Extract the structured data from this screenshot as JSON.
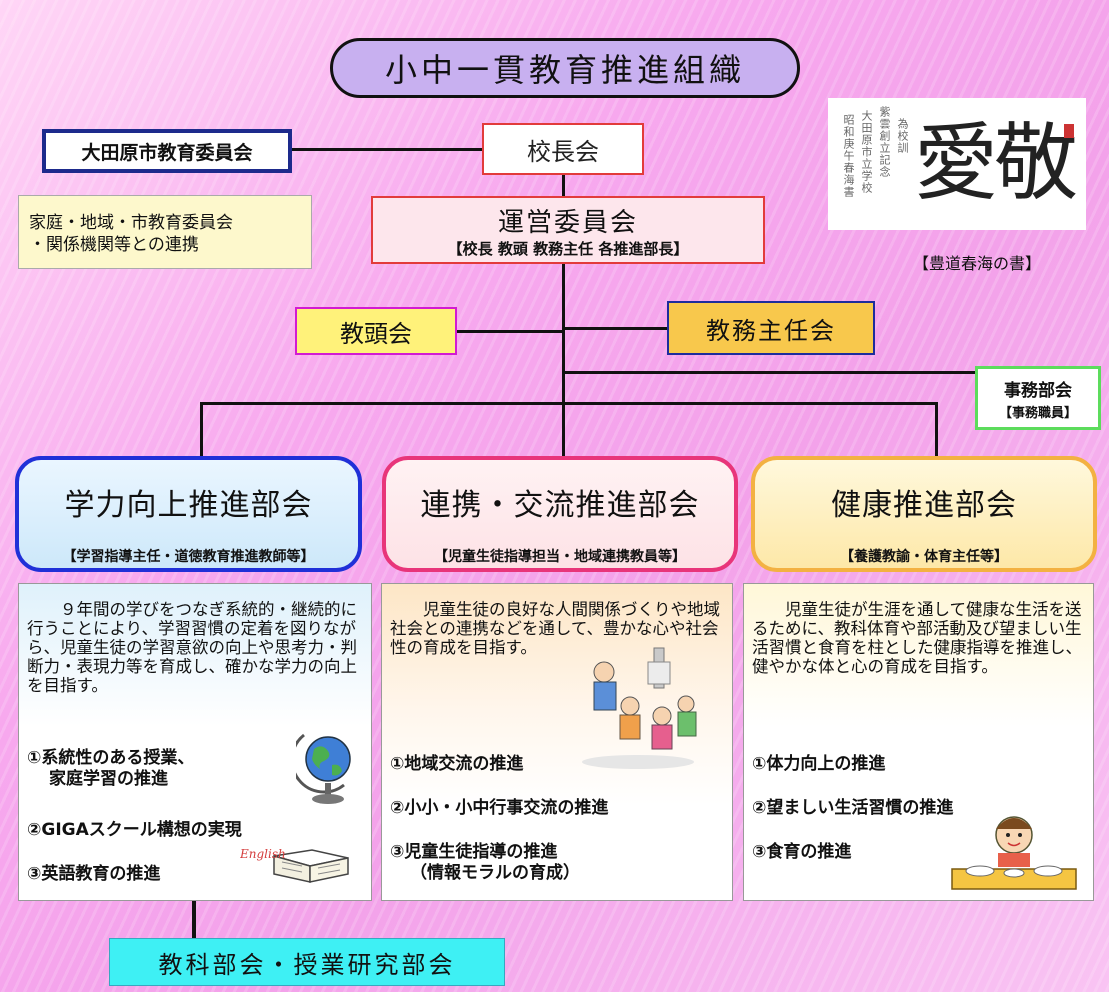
{
  "title": "小中一貫教育推進組織",
  "board": "大田原市教育委員会",
  "principal_meeting": "校長会",
  "liaison": {
    "line1": "家庭・地域・市教育委員会",
    "line2": "・関係機関等との連携"
  },
  "steering": {
    "title": "運営委員会",
    "members": "【校長 教頭 教務主任 各推進部長】"
  },
  "calligraphy": {
    "characters": "愛敬",
    "caption": "【豊道春海の書】"
  },
  "vice_principal_meeting": "教頭会",
  "chief_teacher_meeting": "教務主任会",
  "office": {
    "title": "事務部会",
    "members": "【事務職員】"
  },
  "departments": [
    {
      "title": "学力向上推進部会",
      "members": "【学習指導主任・道徳教育推進教師等】",
      "description": "９年間の学びをつなぎ系統的・継続的に行うことにより、学習習慣の定着を図りながら、児童生徒の学習意欲の向上や思考力・判断力・表現力等を育成し、確かな学力の向上を目指す。",
      "items": [
        "①系統性のある授業、",
        "家庭学習の推進",
        "②GIGAスクール構想の実現",
        "③英語教育の推進"
      ]
    },
    {
      "title": "連携・交流推進部会",
      "members": "【児童生徒指導担当・地域連携教員等】",
      "description": "児童生徒の良好な人間関係づくりや地域社会との連携などを通して、豊かな心や社会性の育成を目指す。",
      "items": [
        "①地域交流の推進",
        "②小小・小中行事交流の推進",
        "③児童生徒指導の推進",
        "（情報モラルの育成）"
      ]
    },
    {
      "title": "健康推進部会",
      "members": "【養護教諭・体育主任等】",
      "description": "児童生徒が生涯を通して健康な生活を送るために、教科体育や部活動及び望ましい生活習慣と食育を柱とした健康指導を推進し、健やかな体と心の育成を目指す。",
      "items": [
        "①体力向上の推進",
        "②望ましい生活習慣の推進",
        "③食育の推進"
      ]
    }
  ],
  "subject_meeting": "教科部会・授業研究部会",
  "illustrations": {
    "book_text": "English"
  },
  "colors": {
    "title_fill": "#c8b0f0",
    "academic_border": "#2030d8",
    "liaison_border": "#e8357a",
    "health_border": "#f3b142",
    "subject_fill": "#3ef0f4"
  }
}
